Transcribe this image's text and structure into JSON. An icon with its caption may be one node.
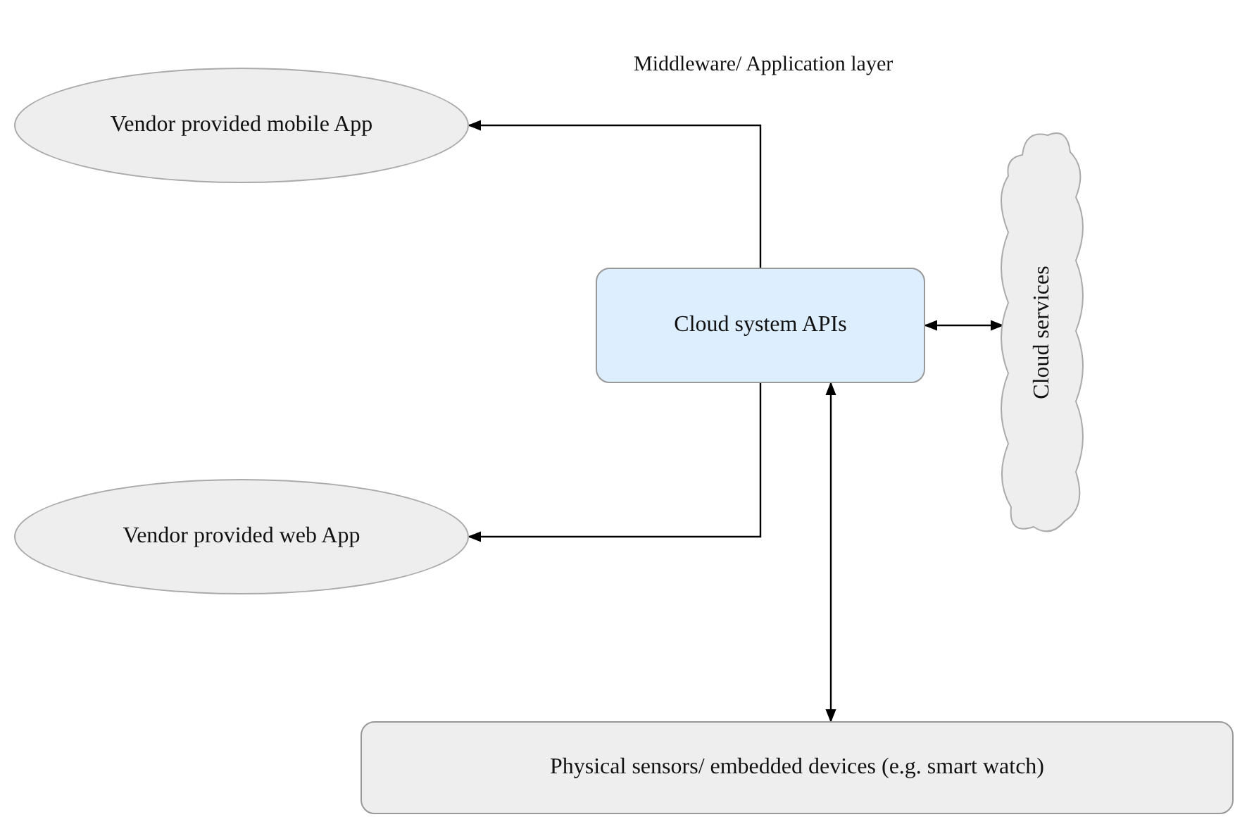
{
  "diagram": {
    "nodes": [
      {
        "text": [
          "Vendor provided mobile App"
        ]
      },
      {
        "text": [
          "Cloud system APIs"
        ]
      },
      {
        "text": [
          "Cloud services"
        ]
      },
      {
        "text": [
          "Vendor provided web App"
        ]
      },
      {
        "text": [
          "Physical sensors/ embedded devices (e.g. smart watch)"
        ]
      }
    ],
    "edges": [
      {
        "from": 1,
        "to": 0,
        "arrow": "to"
      },
      {
        "from": 1,
        "to": 2,
        "arrow": "both"
      },
      {
        "from": 1,
        "to": 3,
        "arrow": "to"
      },
      {
        "from": 1,
        "to": 4,
        "arrow": "both"
      }
    ],
    "labels": [
      "Middleware/ Application layer"
    ]
  }
}
